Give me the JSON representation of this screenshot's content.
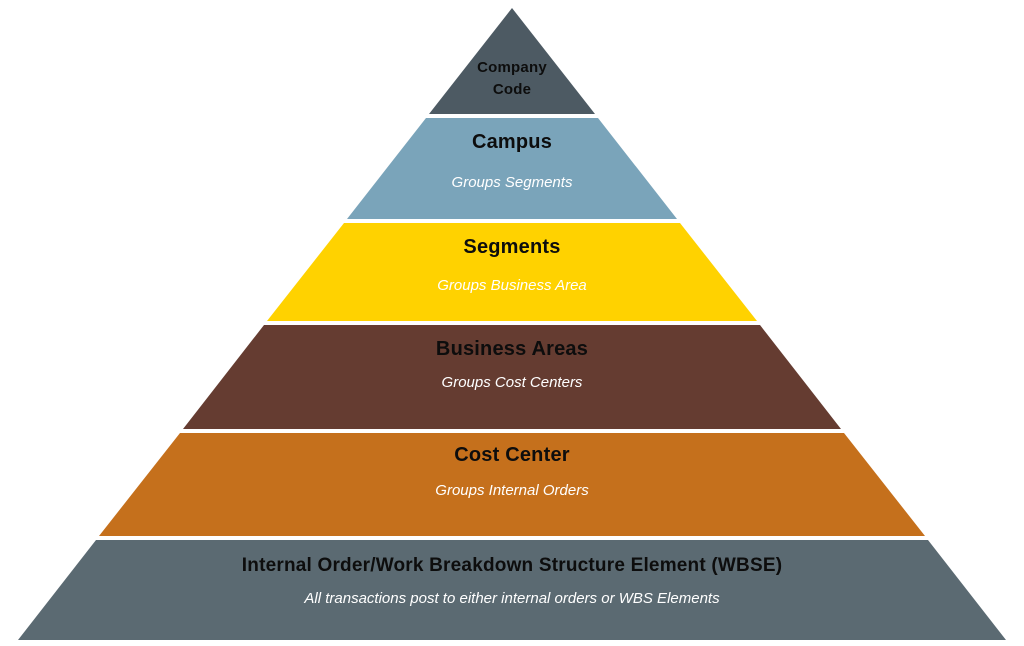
{
  "diagram": {
    "type": "pyramid-hierarchy",
    "layers": [
      {
        "title": "Company Code",
        "subtitle": "",
        "color": "#4d5a63"
      },
      {
        "title": "Campus",
        "subtitle": "Groups Segments",
        "color": "#7aa4ba"
      },
      {
        "title": "Segments",
        "subtitle": "Groups Business Area",
        "color": "#ffd200"
      },
      {
        "title": "Business Areas",
        "subtitle": "Groups Cost Centers",
        "color": "#653c31"
      },
      {
        "title": "Cost Center",
        "subtitle": "Groups Internal Orders",
        "color": "#c5701c"
      },
      {
        "title": "Internal Order/Work Breakdown Structure Element (WBSE)",
        "subtitle": "All transactions post to either internal orders or WBS Elements",
        "color": "#5b6a72"
      }
    ],
    "text_colors": {
      "title": "#0d0d0d",
      "subtitle": "#ffffff"
    }
  }
}
